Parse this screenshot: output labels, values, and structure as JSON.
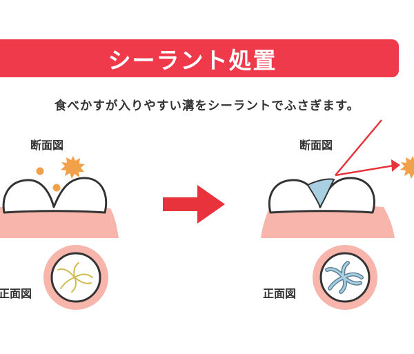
{
  "header": {
    "title": "シーラント処置"
  },
  "description": "食べかすが入りやすい溝をシーラントでふさぎます。",
  "left_panel": {
    "section_label": "断面図",
    "front_label": "正面図"
  },
  "right_panel": {
    "section_label": "断面図",
    "front_label": "正面図"
  },
  "colors": {
    "banner": "#ee3a4a",
    "gum": "#f7b5ac",
    "arrow": "#e8323c",
    "food": "#f2a14b",
    "sealant": "#a9cfe3"
  }
}
